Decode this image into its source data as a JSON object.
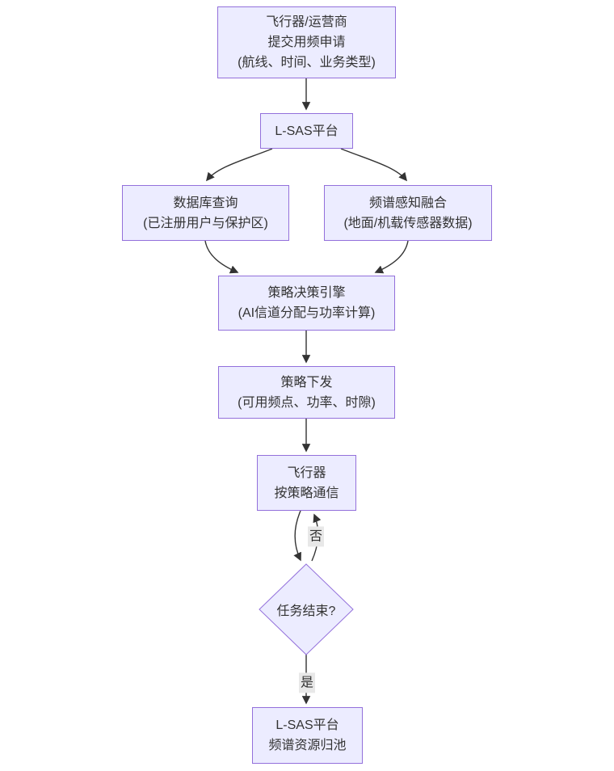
{
  "diagram": {
    "type": "flowchart",
    "direction": "top-down",
    "nodes": {
      "apply": {
        "lines": [
          "飞行器/运营商",
          "提交用频申请",
          "(航线、时间、业务类型)"
        ]
      },
      "lsas": {
        "lines": [
          "L-SAS平台"
        ]
      },
      "db": {
        "lines": [
          "数据库查询",
          "(已注册用户与保护区)"
        ]
      },
      "sense": {
        "lines": [
          "频谱感知融合",
          "(地面/机载传感器数据)"
        ]
      },
      "engine": {
        "lines": [
          "策略决策引擎",
          "(AI信道分配与功率计算)"
        ]
      },
      "issue": {
        "lines": [
          "策略下发",
          "(可用频点、功率、时隙)"
        ]
      },
      "comm": {
        "lines": [
          "飞行器",
          "按策略通信"
        ]
      },
      "decision": {
        "lines": [
          "任务结束?"
        ]
      },
      "pool": {
        "lines": [
          "L-SAS平台",
          "频谱资源归池"
        ]
      }
    },
    "edges": [
      {
        "from": "apply",
        "to": "lsas",
        "label": ""
      },
      {
        "from": "lsas",
        "to": "db",
        "label": ""
      },
      {
        "from": "lsas",
        "to": "sense",
        "label": ""
      },
      {
        "from": "db",
        "to": "engine",
        "label": ""
      },
      {
        "from": "sense",
        "to": "engine",
        "label": ""
      },
      {
        "from": "engine",
        "to": "issue",
        "label": ""
      },
      {
        "from": "issue",
        "to": "comm",
        "label": ""
      },
      {
        "from": "comm",
        "to": "decision",
        "label": ""
      },
      {
        "from": "decision",
        "to": "comm",
        "label": "否"
      },
      {
        "from": "decision",
        "to": "pool",
        "label": "是"
      }
    ],
    "edge_labels": {
      "no": "否",
      "yes": "是"
    },
    "colors": {
      "node_fill": "#ECECFF",
      "node_border": "#9370DB",
      "edge": "#333333",
      "label_bg": "#e8e8e8",
      "text": "#333333"
    }
  }
}
